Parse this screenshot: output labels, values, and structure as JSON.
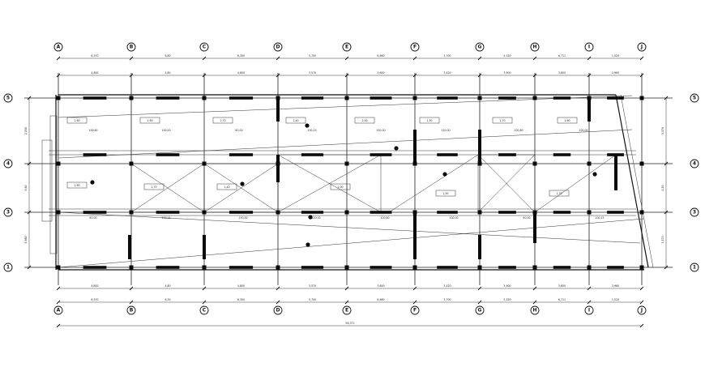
{
  "drawing": {
    "grid_letters": [
      "A",
      "B",
      "C",
      "D",
      "E",
      "F",
      "G",
      "H",
      "I",
      "J"
    ],
    "grid_numbers_left": [
      "5",
      "4",
      "3",
      "1"
    ],
    "grid_numbers_right": [
      "5",
      "4",
      "3",
      "1"
    ],
    "dims_top_outer": [
      "6,570",
      "6,80",
      "6,300",
      "5,700",
      "6,660",
      "3,700",
      "5,320",
      "6,711",
      "1,020"
    ],
    "dims_top_inner": [
      "4,800",
      "4,80",
      "4,800",
      "3,570",
      "3,600",
      "3,420",
      "3,900",
      "3,600",
      "2,960"
    ],
    "dims_bottom_inner": [
      "4,800",
      "4,80",
      "4,800",
      "3,570",
      "3,600",
      "3,420",
      "3,900",
      "3,600",
      "2,960"
    ],
    "dims_bottom_outer": [
      "6,570",
      "6,30",
      "6,300",
      "5,700",
      "6,660",
      "3,700",
      "5,320",
      "6,711",
      "1,020"
    ],
    "dim_overall": "58,371",
    "dims_left": [
      "2,050",
      "3,60",
      "5,960"
    ],
    "dims_right": [
      "3,570",
      "4,50",
      "3,570"
    ],
    "room_marks": [
      "1,60",
      "1,90",
      "2,70",
      "1,40",
      "2,00",
      "1,50",
      "1,70"
    ],
    "beam_marks": [
      "100,80",
      "100,00",
      "60,00",
      "100,15",
      "150,00",
      "120,00"
    ],
    "colors": {
      "line": "#222222",
      "fill": "#0b0b0b",
      "background": "#ffffff"
    }
  }
}
